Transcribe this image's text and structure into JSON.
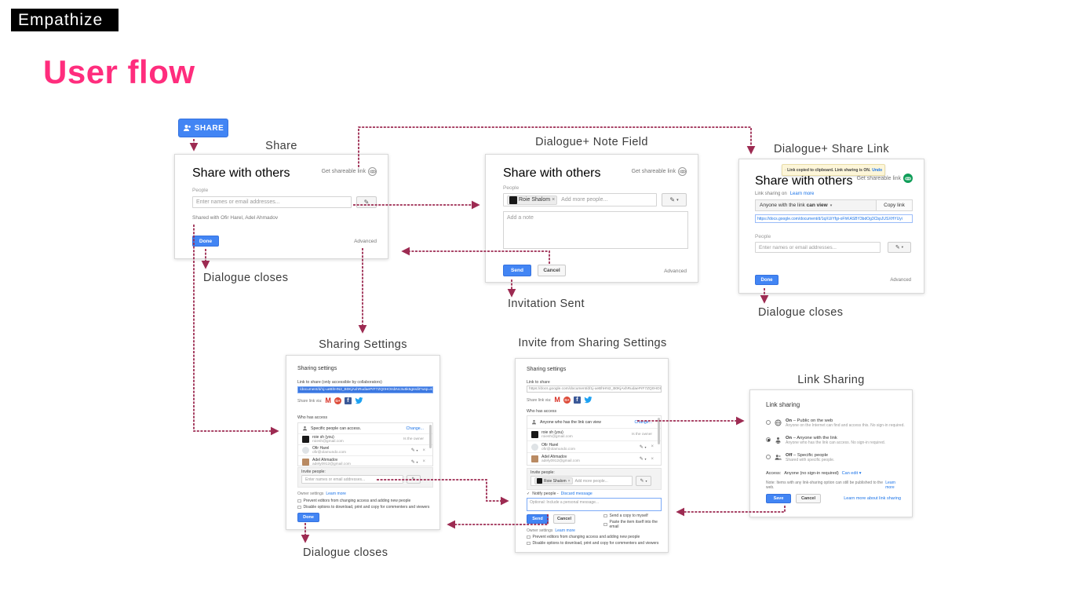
{
  "page": {
    "tag_label": "Empathize",
    "title": "User flow"
  },
  "colors": {
    "accent_pink": "#ff2d7d",
    "arrow": "#9d2b52",
    "button_blue": "#4285f4",
    "link_blue": "#1a73e8",
    "green_on": "#0f9d58",
    "toast_bg": "#fdf6d9"
  },
  "share_button": {
    "label": "SHARE"
  },
  "flow_labels": {
    "share": "Share",
    "note_field": "Dialogue+ Note Field",
    "share_link": "Dialogue+ Share Link",
    "dialogue_closes_share": "Dialogue closes",
    "invitation_sent": "Invitation Sent",
    "dialogue_closes_link": "Dialogue closes",
    "sharing_settings": "Sharing Settings",
    "invite_settings": "Invite from Sharing Settings",
    "link_sharing": "Link Sharing",
    "dialogue_closes_settings": "Dialogue closes"
  },
  "dialogs": {
    "share": {
      "title": "Share with others",
      "get_link": "Get shareable link",
      "people_label": "People",
      "input_placeholder": "Enter names or email addresses...",
      "shared_with": "Shared with Ofir Harel, Adel Ahmadov",
      "done": "Done",
      "advanced": "Advanced"
    },
    "note_field": {
      "title": "Share with others",
      "get_link": "Get shareable link",
      "people_label": "People",
      "chip_name": "Roie Shalom",
      "chip_remove": "×",
      "add_more_placeholder": "Add more people...",
      "note_placeholder": "Add a note",
      "send": "Send",
      "cancel": "Cancel",
      "advanced": "Advanced"
    },
    "share_link": {
      "toast_text": "Link copied to clipboard. Link sharing is ON.",
      "toast_undo": "Undo",
      "title": "Share with others",
      "get_link": "Get shareable link",
      "link_sharing_on": "Link sharing on",
      "learn_more": "Learn more",
      "dropdown_prefix": "Anyone with the link",
      "dropdown_bold": "can view",
      "copy_link": "Copy link",
      "url": "https://docs.google.com/document/d/1qXUiYfgi-oFhKASBY3bdOg3CbpJUSXHYUyi",
      "people_label": "People",
      "input_placeholder": "Enter names or email addresses...",
      "done": "Done",
      "advanced": "Advanced"
    },
    "sharing_settings": {
      "title": "Sharing settings",
      "link_label": "Link to share (only accessible by collaborators)",
      "url": "/document/d/1j-ueBhHN2_B0KjAxhRudaePrF7ZQ0HOIsbNc3u5k5gIedit?usp=sharing",
      "share_via": "Share link via:",
      "who_has_access": "Who has access",
      "access_text": "Specific people can access.",
      "change": "Change...",
      "people": [
        {
          "name": "roie sh (you)",
          "email": "roiesh@gmail.com",
          "note": "Is the owner"
        },
        {
          "name": "Ofir Harel",
          "email": "ofir@olamundo.com",
          "note": ""
        },
        {
          "name": "Adel Ahmadov",
          "email": "adely0912@gmail.com",
          "note": ""
        }
      ],
      "invite_label": "Invite people:",
      "invite_placeholder": "Enter names or email addresses...",
      "owner_settings": "Owner settings",
      "learn_more": "Learn more",
      "checkbox1": "Prevent editors from changing access and adding new people",
      "checkbox2": "Disable options to download, print and copy for commenters and viewers",
      "done": "Done"
    },
    "invite_settings": {
      "title": "Sharing settings",
      "link_label": "Link to share",
      "url": "https://docs.google.com/document/d/1j-ueBhHN2_B0KjAxhRudaePrF7ZQ0HOIsbNc3",
      "share_via": "Share link via:",
      "who_has_access": "Who has access",
      "access_text": "Anyone who has the link can view",
      "change": "Change...",
      "people": [
        {
          "name": "roie sh (you)",
          "email": "roiesh@gmail.com",
          "note": "Is the owner"
        },
        {
          "name": "Ofir Harel",
          "email": "ofir@olamundo.com",
          "note": ""
        },
        {
          "name": "Adel Ahmadov",
          "email": "adely0912@gmail.com",
          "note": ""
        }
      ],
      "invite_label": "Invite people:",
      "chip_name": "Roie Shalom",
      "chip_remove": "×",
      "add_more_placeholder": "Add more people...",
      "notify_label": "Notify people -",
      "discard": "Discard message",
      "message_placeholder": "Optional: Include a personal message...",
      "send": "Send",
      "cancel": "Cancel",
      "copy_myself": "Send a copy to myself",
      "paste_item": "Paste the item itself into the email",
      "owner_settings": "Owner settings",
      "learn_more": "Learn more",
      "checkbox1": "Prevent editors from changing access and adding new people",
      "checkbox2": "Disable options to download, print and copy for commenters and viewers"
    },
    "link_sharing": {
      "title": "Link sharing",
      "options": [
        {
          "bold": "On",
          "rest": "– Public on the web",
          "desc": "Anyone on the Internet can find and access this. No sign-in required."
        },
        {
          "bold": "On",
          "rest": "– Anyone with the link",
          "desc": "Anyone who has the link can access. No sign-in required."
        },
        {
          "bold": "Off",
          "rest": "– Specific people",
          "desc": "Shared with specific people."
        }
      ],
      "access_label": "Access:",
      "access_value": "Anyone (no sign-in required)",
      "can_edit": "Can edit",
      "note": "Note: Items with any link-sharing option can still be published to the web.",
      "learn_more": "Learn more",
      "save": "Save",
      "cancel": "Cancel",
      "learn_link": "Learn more about link sharing"
    }
  }
}
